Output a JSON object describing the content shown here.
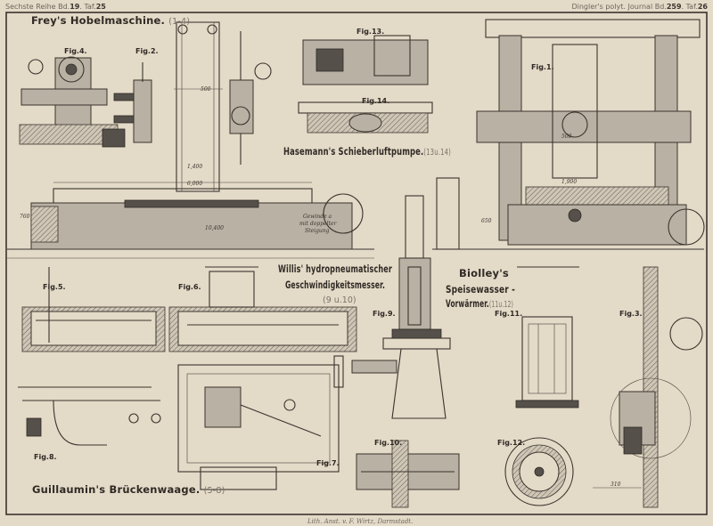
{
  "header": {
    "left_prefix": "Sechste Reihe  Bd.",
    "left_volume": "19",
    "left_plate_prefix": ". Taf.",
    "left_plate": "25",
    "right_prefix": "Dingler's  polyt. Journal Bd.",
    "right_volume": "259",
    "right_plate_prefix": ". Taf.",
    "right_plate": "26"
  },
  "titles": {
    "frey": {
      "text": "Frey's Hobelmaschine.",
      "ref": "(1-4)"
    },
    "hasemann": {
      "text": "Hasemann's Schieberluftpumpe.",
      "ref": "(13u.14)"
    },
    "willis_1": "Willis' hydropneumatischer",
    "willis_2": "Geschwindigkeitsmesser.",
    "willis_ref": "(9 u.10)",
    "biolley_1": "Biolley's",
    "biolley_2": "Speisewasser -",
    "biolley_3": "Vorwärmer.",
    "biolley_ref": "(11u.12)",
    "guillaumin": {
      "text": "Guillaumin's Brückenwaage.",
      "ref": "(5-8)"
    }
  },
  "figures": {
    "fig1": "Fig.1.",
    "fig2": "Fig.2.",
    "fig3": "Fig.3.",
    "fig4": "Fig.4.",
    "fig5": "Fig.5.",
    "fig6": "Fig.6.",
    "fig7": "Fig.7.",
    "fig8": "Fig.8.",
    "fig9": "Fig.9.",
    "fig10": "Fig.10.",
    "fig11": "Fig.11.",
    "fig12": "Fig.12.",
    "fig13": "Fig.13.",
    "fig14": "Fig.14."
  },
  "dimensions": {
    "d500a": "500",
    "d1400": "1,400",
    "d6000": "6,000",
    "d10400": "10,400",
    "d760": "760",
    "d1900": "1,900",
    "d500b": "500",
    "d650": "650",
    "d310": "310",
    "gewinde_1": "Gewinde a",
    "gewinde_2": "mit doppelter",
    "gewinde_3": "Steigung"
  },
  "imprint": "Lith. Anst. v. F. Wirtz, Darmstadt."
}
